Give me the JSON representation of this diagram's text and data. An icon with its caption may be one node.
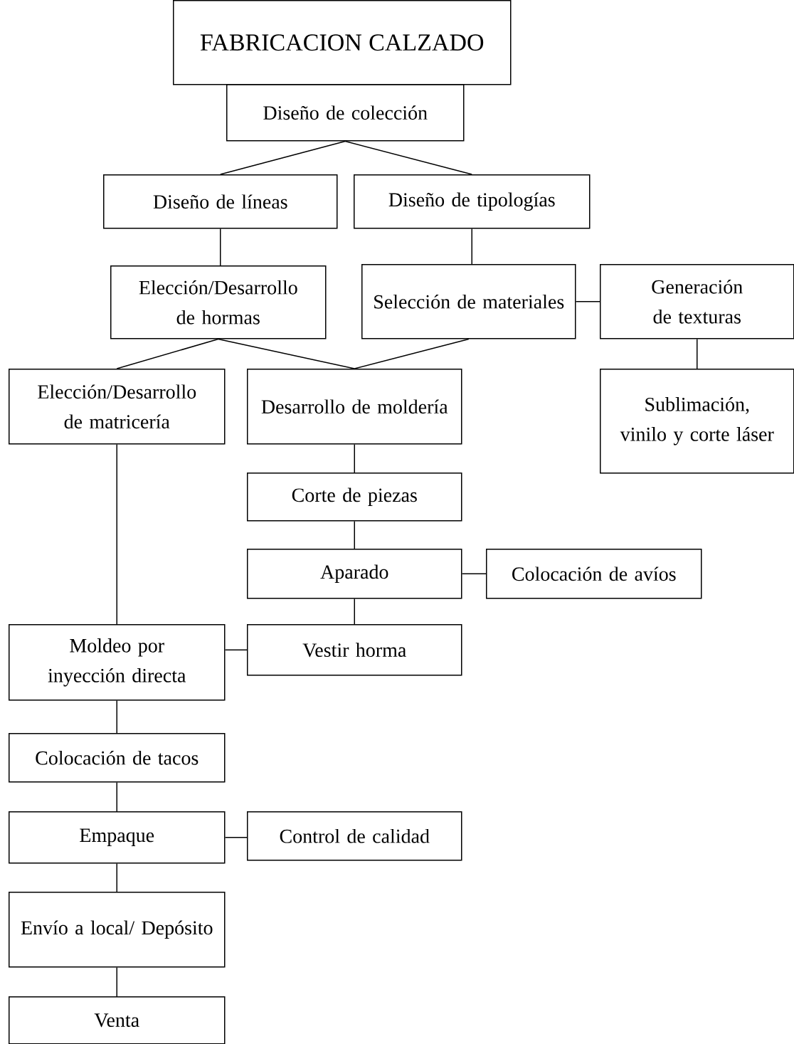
{
  "diagram": {
    "nodes": [
      {
        "text": [
          "FABRICACION CALZADO"
        ]
      },
      {
        "text": [
          "Diseño de colección"
        ]
      },
      {
        "text": [
          "Diseño de líneas"
        ]
      },
      {
        "text": [
          "Diseño de tipologías"
        ]
      },
      {
        "text": [
          "Elección/Desarrollo de hormas"
        ]
      },
      {
        "text": [
          "Selección de materiales"
        ]
      },
      {
        "text": [
          "Generación de texturas"
        ]
      },
      {
        "text": [
          "Elección/Desarrollo de matricería"
        ]
      },
      {
        "text": [
          "Desarrollo de moldería"
        ]
      },
      {
        "text": [
          "Sublimación, vinilo y corte láser"
        ]
      },
      {
        "text": [
          "Corte de piezas"
        ]
      },
      {
        "text": [
          "Aparado"
        ]
      },
      {
        "text": [
          "Colocación de avíos"
        ]
      },
      {
        "text": [
          "Vestir horma"
        ]
      },
      {
        "text": [
          "Moldeo por inyección directa"
        ]
      },
      {
        "text": [
          "Colocación de tacos"
        ]
      },
      {
        "text": [
          "Empaque"
        ]
      },
      {
        "text": [
          "Control de calidad"
        ]
      },
      {
        "text": [
          "Envío a local/ Depósito"
        ]
      },
      {
        "text": [
          "Venta"
        ]
      }
    ],
    "edges": [
      {
        "from": 1,
        "to": 2,
        "arrow": "none"
      },
      {
        "from": 1,
        "to": 3,
        "arrow": "none"
      },
      {
        "from": 2,
        "to": 4,
        "arrow": "none"
      },
      {
        "from": 3,
        "to": 5,
        "arrow": "none"
      },
      {
        "from": 5,
        "to": 6,
        "arrow": "none"
      },
      {
        "from": 6,
        "to": 9,
        "arrow": "none"
      },
      {
        "from": 4,
        "to": 7,
        "arrow": "none"
      },
      {
        "from": 4,
        "to": 8,
        "arrow": "none"
      },
      {
        "from": 5,
        "to": 8,
        "arrow": "none"
      },
      {
        "from": 8,
        "to": 10,
        "arrow": "none"
      },
      {
        "from": 10,
        "to": 11,
        "arrow": "none"
      },
      {
        "from": 11,
        "to": 12,
        "arrow": "none"
      },
      {
        "from": 11,
        "to": 13,
        "arrow": "none"
      },
      {
        "from": 7,
        "to": 14,
        "arrow": "none"
      },
      {
        "from": 13,
        "to": 14,
        "arrow": "none"
      },
      {
        "from": 14,
        "to": 15,
        "arrow": "none"
      },
      {
        "from": 15,
        "to": 16,
        "arrow": "none"
      },
      {
        "from": 16,
        "to": 17,
        "arrow": "none"
      },
      {
        "from": 16,
        "to": 18,
        "arrow": "none"
      },
      {
        "from": 18,
        "to": 19,
        "arrow": "none"
      }
    ]
  }
}
